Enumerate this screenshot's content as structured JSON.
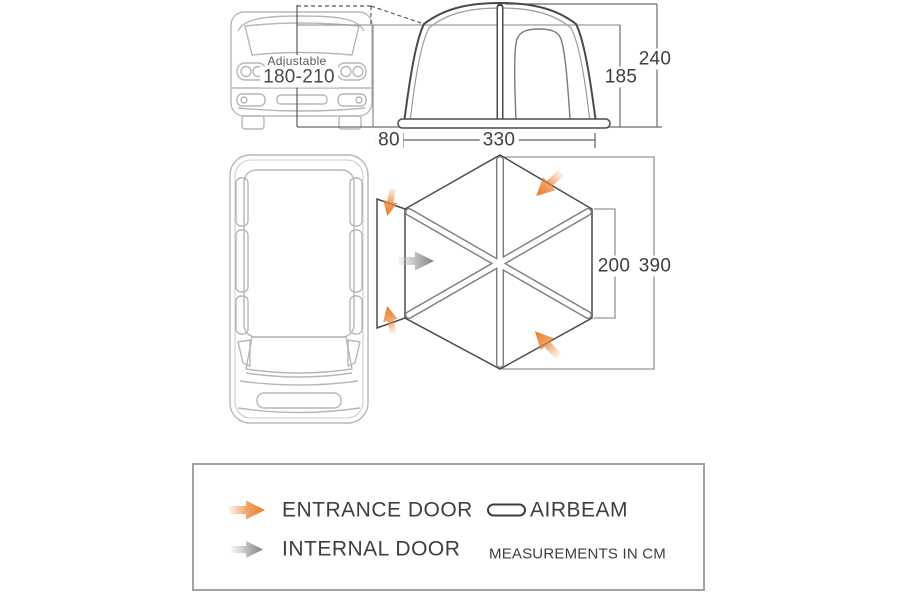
{
  "diagram": {
    "title_implicit": "Drive-away awning dimensions diagram",
    "van_front": {
      "adjustable_label": "Adjustable",
      "adjustable_range": "180-210"
    },
    "awning_side_view": {
      "inner_height_cm": "185",
      "total_height_cm": "240"
    },
    "floor_plan": {
      "tunnel_depth_cm": "80",
      "width_cm": "330",
      "side_panel_cm": "200",
      "total_length_cm": "390"
    }
  },
  "legend": {
    "entrance_door": "ENTRANCE DOOR",
    "internal_door": "INTERNAL DOOR",
    "airbeam": "AIRBEAM",
    "note": "MEASUREMENTS IN CM"
  },
  "icons": {
    "entrance_arrow": "orange-gradient-right-arrow",
    "internal_arrow": "gray-gradient-right-arrow",
    "airbeam": "pill-outline"
  },
  "colors": {
    "entrance_arrow": "#e8791f",
    "entrance_arrow_tail": "#f6c59e",
    "internal_arrow": "#848484",
    "line_dark": "#4a4a4a",
    "line_dim": "#777777",
    "van_line_light": "#b7b7b7",
    "text": "#3e3e3e",
    "background": "#ffffff"
  }
}
